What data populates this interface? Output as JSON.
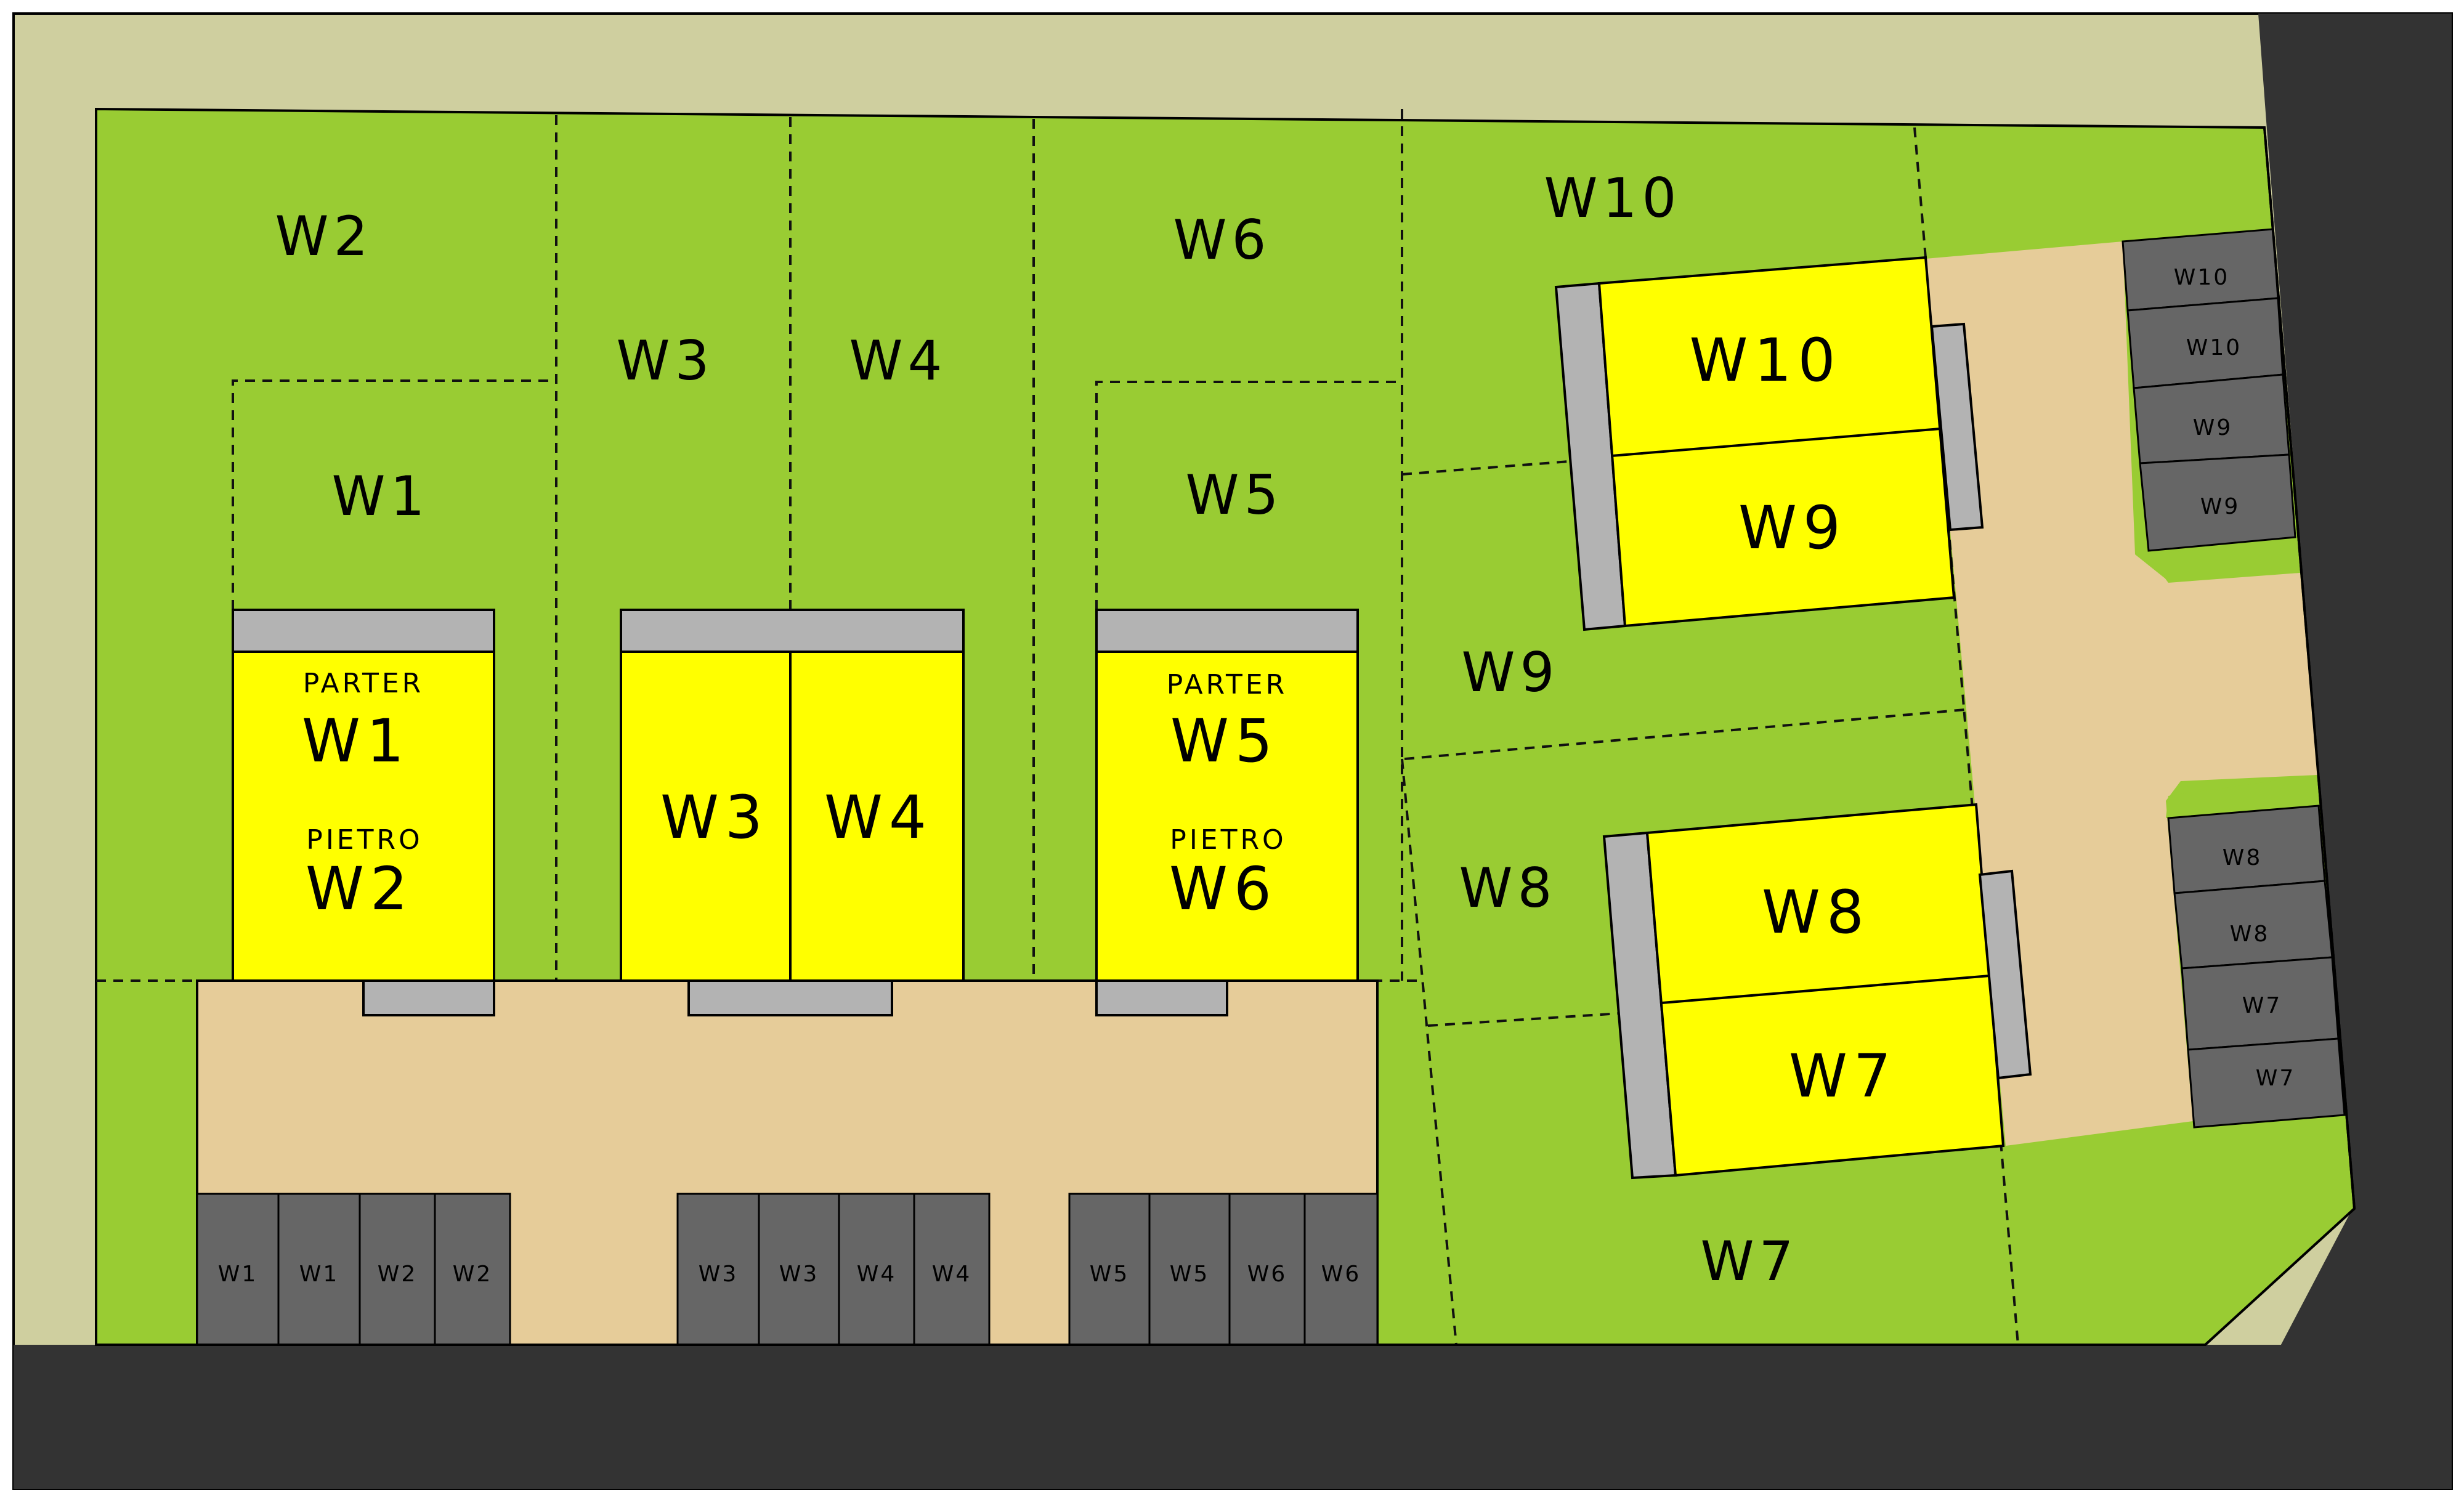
{
  "colors": {
    "border_land": "#cfcf9f",
    "road": "#333333",
    "lawn": "#99cc33",
    "paving": "#e6cc99",
    "house": "#ffff00",
    "terrace": "#b3b3b3",
    "parking": "#666666"
  },
  "plots": {
    "w1": "W1",
    "w2": "W2",
    "w3": "W3",
    "w4": "W4",
    "w5": "W5",
    "w6": "W6",
    "w7": "W7",
    "w8": "W8",
    "w9": "W9",
    "w10": "W10"
  },
  "houses": {
    "a": {
      "ground_label": "PARTER",
      "ground_unit": "W1",
      "upper_label": "PIETRO",
      "upper_unit": "W2"
    },
    "b": {
      "left_unit": "W3",
      "right_unit": "W4"
    },
    "c": {
      "ground_label": "PARTER",
      "ground_unit": "W5",
      "upper_label": "PIETRO",
      "upper_unit": "W6"
    },
    "d": {
      "top_unit": "W10",
      "bottom_unit": "W9"
    },
    "e": {
      "top_unit": "W8",
      "bottom_unit": "W7"
    }
  },
  "parking_bottom": [
    "W1",
    "W1",
    "W2",
    "W2",
    "W3",
    "W3",
    "W4",
    "W4",
    "W5",
    "W5",
    "W6",
    "W6"
  ],
  "parking_right_top": [
    "W10",
    "W10",
    "W9",
    "W9"
  ],
  "parking_right_bottom": [
    "W8",
    "W8",
    "W7",
    "W7"
  ]
}
